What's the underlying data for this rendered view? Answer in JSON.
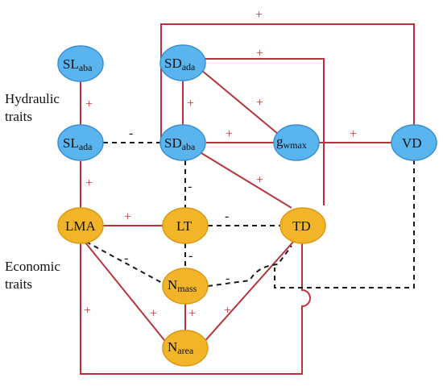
{
  "groups": {
    "hydraulic": [
      "Hydraulic",
      "traits"
    ],
    "economic": [
      "Economic",
      "traits"
    ]
  },
  "nodes": {
    "sl_aba": {
      "main": "SL",
      "sub": "aba"
    },
    "sd_ada": {
      "main": "SD",
      "sub": "ada"
    },
    "sl_ada": {
      "main": "SL",
      "sub": "ada"
    },
    "sd_aba": {
      "main": "SD",
      "sub": "aba"
    },
    "gwmax": {
      "main": "g",
      "sub": "wmax"
    },
    "vd": {
      "main": "VD",
      "sub": ""
    },
    "lma": {
      "main": "LMA",
      "sub": ""
    },
    "lt": {
      "main": "LT",
      "sub": ""
    },
    "td": {
      "main": "TD",
      "sub": ""
    },
    "nmass": {
      "main": "N",
      "sub": "mass"
    },
    "narea": {
      "main": "N",
      "sub": "area"
    }
  },
  "signs": {
    "positive": "+",
    "negative": "-"
  },
  "colors": {
    "hydraulic_node": "#5ab4ee",
    "economic_node": "#f2b52a",
    "positive_edge": "#b8333a",
    "negative_edge": "#1a1a1a"
  }
}
